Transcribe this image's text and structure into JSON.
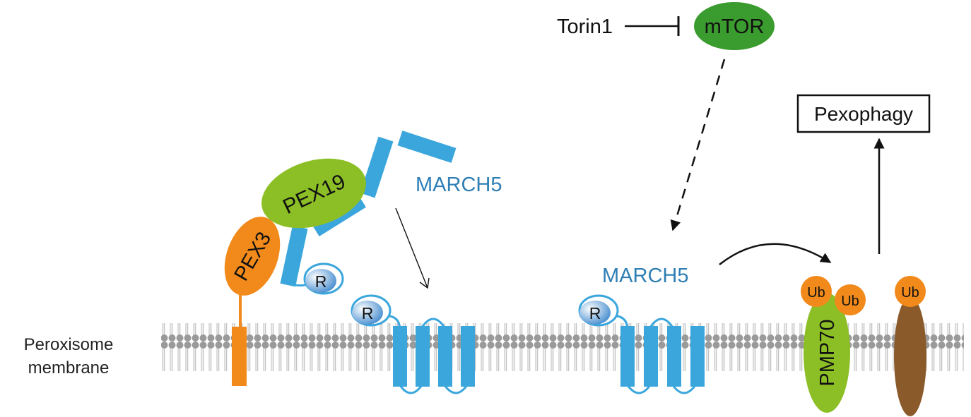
{
  "colors": {
    "march5_blue": "#3aa6dc",
    "march5_text": "#2f7fb5",
    "pex19_green": "#8cbf26",
    "mtor_green": "#3a9b2e",
    "pex3_orange": "#f18a1b",
    "ub_orange": "#f18a1b",
    "pmp70_green": "#8cbf26",
    "brown_protein": "#8b5a2b",
    "lipid_head": "#9a9a9a",
    "lipid_tail": "#c4c4c4"
  },
  "labels": {
    "torin1": "Torin1",
    "mtor": "mTOR",
    "pexophagy": "Pexophagy",
    "march5_cytosolic": "MARCH5",
    "march5_membrane": "MARCH5",
    "pex19": "PEX19",
    "pex3": "PEX3",
    "ring_domain": "R",
    "pmp70": "PMP70",
    "ub": "Ub",
    "membrane_line1": "Peroxisome",
    "membrane_line2": "membrane"
  }
}
